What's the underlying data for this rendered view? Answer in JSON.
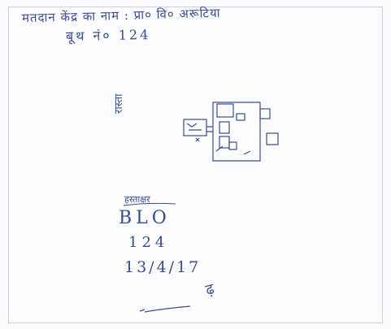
{
  "document": {
    "header_text": "मतदान केंद्र का नाम : प्रा० वि० अरूटिया",
    "booth_line": "बूथ नं० 124",
    "side_label": "रास्ता",
    "sign_label": "हस्ताक्षर",
    "role": "BLO",
    "booth_number": "124",
    "date": "13/4/17",
    "initial_mark": "ढ़",
    "ink_color": "#3b4a98"
  }
}
